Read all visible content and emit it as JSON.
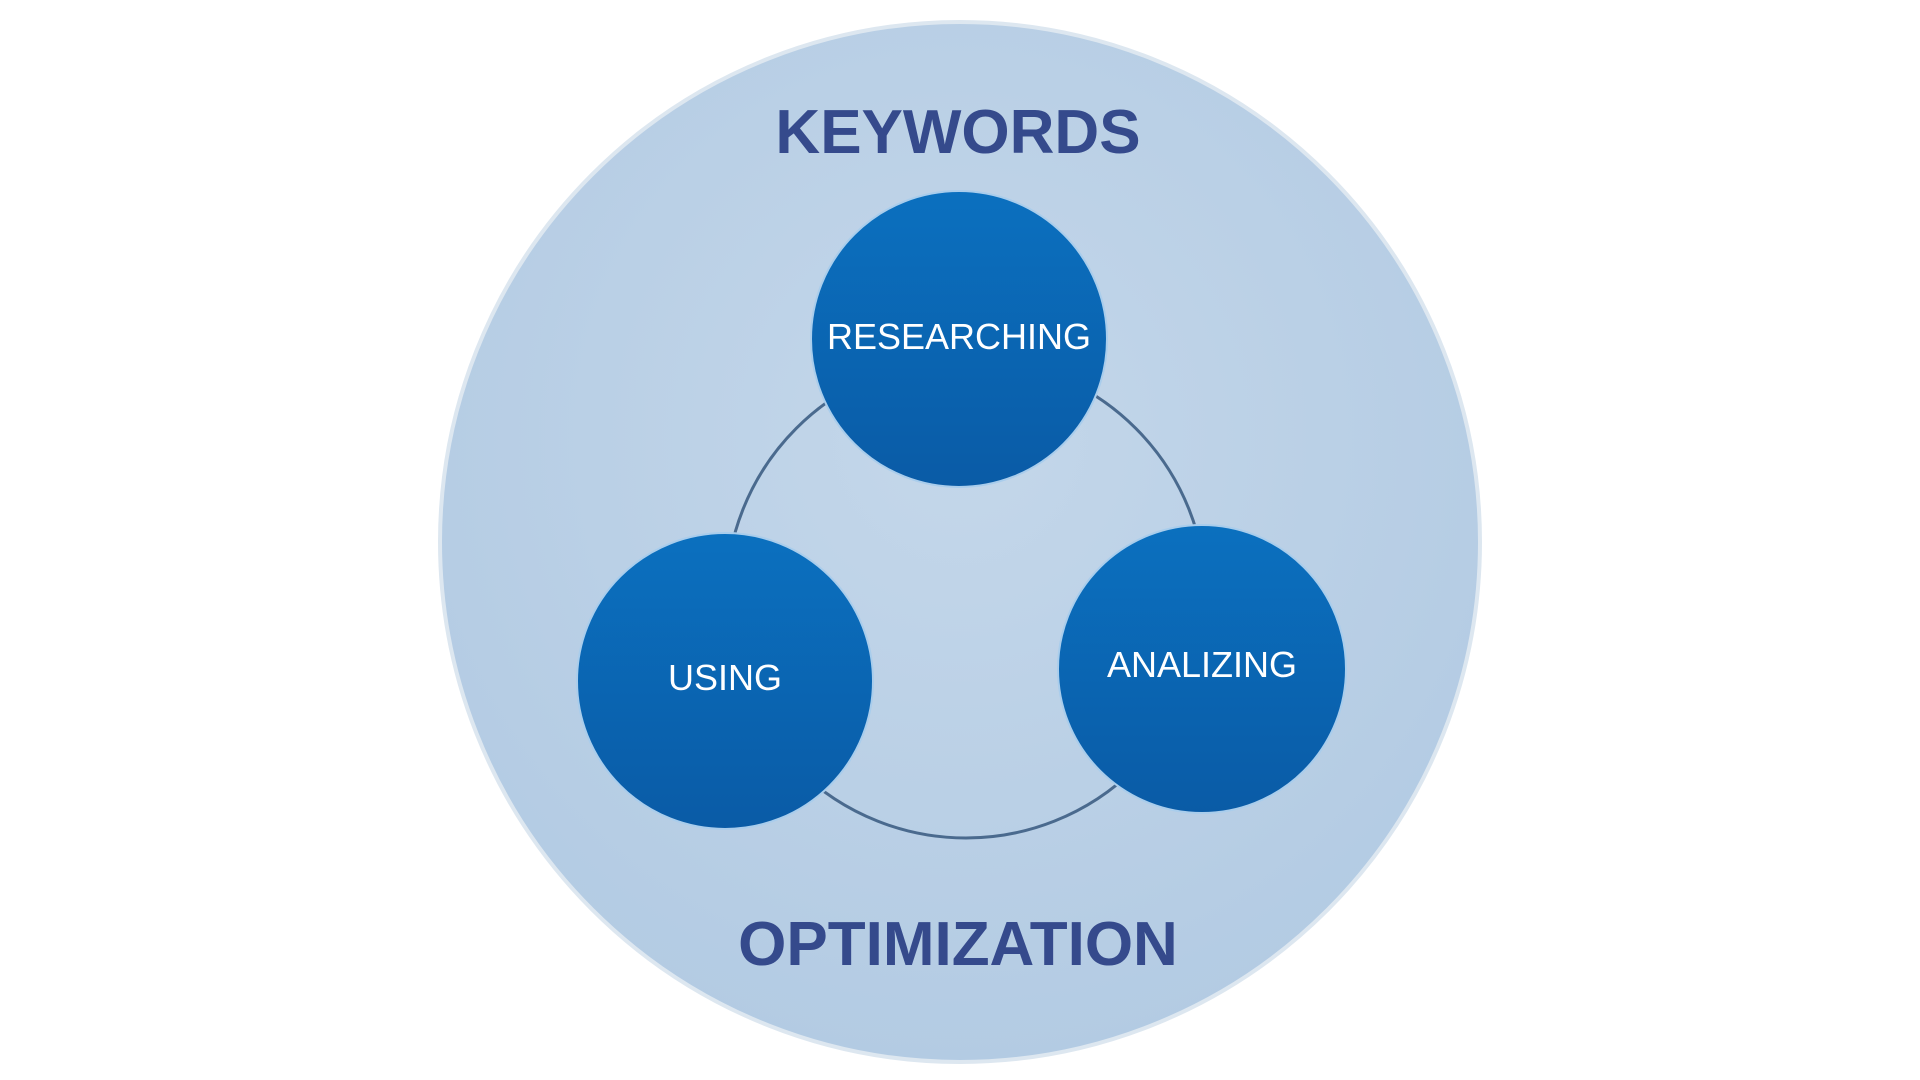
{
  "diagram": {
    "top_title": "KEYWORDS",
    "bottom_title": "OPTIMIZATION",
    "nodes": [
      {
        "label": "RESEARCHING"
      },
      {
        "label": "USING"
      },
      {
        "label": "ANALIZING"
      }
    ]
  },
  "colors": {
    "outer_circle": "#bdd3e8",
    "node_top": "#0a6ebd",
    "node_bottom": "#0a5ca8",
    "title": "#354a8c",
    "ring": "#4a6a8e"
  }
}
